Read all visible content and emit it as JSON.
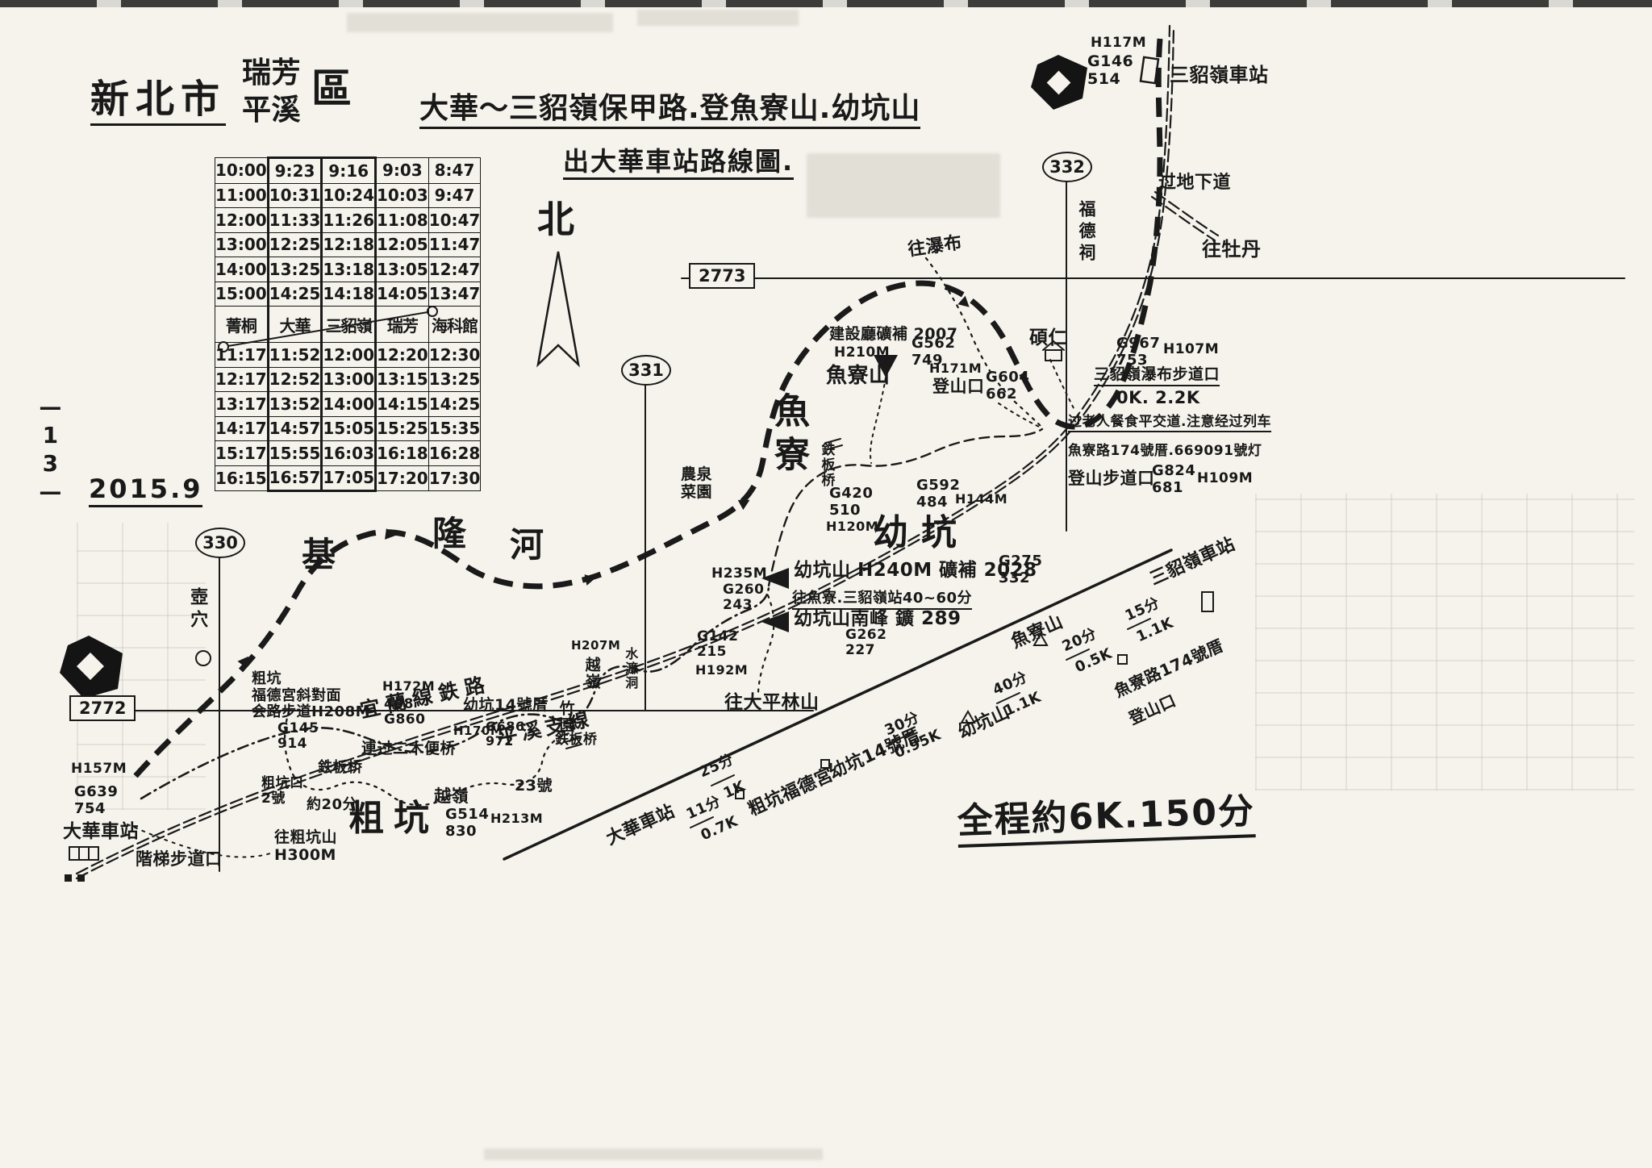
{
  "page": {
    "side_number": "—13—",
    "date": "2015.9",
    "north": "北",
    "total": "全程約6K.150分"
  },
  "header": {
    "city": "新北市",
    "district_top": "瑞芳",
    "district_bottom": "平溪",
    "district_suffix": "區",
    "title": "大華～三貂嶺保甲路.登魚寮山.幼坑山",
    "subtitle": "出大華車站路線圖."
  },
  "timetable": {
    "stations": [
      "菁桐",
      "大華",
      "三貂嶺",
      "瑞芳",
      "海科館"
    ],
    "upper": [
      [
        "10:00",
        "9:23",
        "9:16",
        "9:03",
        "8:47"
      ],
      [
        "11:00",
        "10:31",
        "10:24",
        "10:03",
        "9:47"
      ],
      [
        "12:00",
        "11:33",
        "11:26",
        "11:08",
        "10:47"
      ],
      [
        "13:00",
        "12:25",
        "12:18",
        "12:05",
        "11:47"
      ],
      [
        "14:00",
        "13:25",
        "13:18",
        "13:05",
        "12:47"
      ],
      [
        "15:00",
        "14:25",
        "14:18",
        "14:05",
        "13:47"
      ]
    ],
    "lower": [
      [
        "11:17",
        "11:52",
        "12:00",
        "12:20",
        "12:30"
      ],
      [
        "12:17",
        "12:52",
        "13:00",
        "13:15",
        "13:25"
      ],
      [
        "13:17",
        "13:52",
        "14:00",
        "14:15",
        "14:25"
      ],
      [
        "14:17",
        "14:57",
        "15:05",
        "15:25",
        "15:35"
      ],
      [
        "15:17",
        "15:55",
        "16:03",
        "16:18",
        "16:28"
      ],
      [
        "16:15",
        "16:57",
        "17:05",
        "17:20",
        "17:30"
      ]
    ]
  },
  "grid": {
    "line_2773": "2773",
    "line_2772": "2772",
    "oval_330": "330",
    "oval_331": "331",
    "oval_332": "332"
  },
  "map": {
    "labels": {
      "sanjiaoling_station": "三貂嶺車站",
      "h117": "H117M",
      "g146": "G146\n514",
      "underpass": "过地下道",
      "to_mudan": "往牡丹",
      "fude_shrine": "福德祠",
      "to_waterfall": "往瀑布",
      "shuoren": "碩仁",
      "g967": "G967\n753",
      "h107": "H107M",
      "waterfall_trailhead": "三貂嶺瀑布步道口",
      "k_marks": "0K. 2.2K",
      "level_crossing": "过老人餐食平交道.注意经过列车",
      "yuliao_rd_house": "魚寮路174號厝.669091號灯",
      "trailhead": "登山步道口",
      "g824": "G824\n681",
      "h109": "H109M",
      "mine_marker_2007": "建設廳礦補 2007",
      "h210": "H210M",
      "g562": "G562\n749",
      "yuliao_peak": "魚寮山",
      "h171": "H171M",
      "climb_entrance": "登山口",
      "g604": "G604\n662",
      "yuliao_big": "魚寮",
      "iron_bridge_1": "鉄板桥",
      "farm_garden": "農泉\n菜園",
      "g420": "G420\n510",
      "h120": "H120M",
      "g592": "G592\n484",
      "h144": "H144M",
      "youkeng_big": "幼坑",
      "h235": "H235M",
      "g260": "G260\n243",
      "youkeng_peak": "幼坑山 H240M 礦補 2028",
      "g275": "G275\n332",
      "to_yuliao_note": "往魚寮.三貂嶺站40~60分",
      "youkeng_south": "幼坑山南峰 鑛 289",
      "g262": "G262\n227",
      "g142": "G142\n215",
      "h192": "H192M",
      "to_dapinglin": "往大平林山",
      "river_ji": "基",
      "river_long": "隆",
      "river_he": "河",
      "yilan_line": "宜蘭線鉄路",
      "pingxi_line": "平溪支線",
      "pothole": "壺穴",
      "fudegong_note": "粗坑\n福德宮斜對面\n会路步道H208M",
      "g145": "G145\n914",
      "h172": "H172M",
      "g408": "408\nG860",
      "two_bridges": "連过二木便桥",
      "youkeng_house14": "幼坑14號厝",
      "h170": "H170M",
      "g686": "G686\n972",
      "bamboo": "竹園",
      "iron_bridge_2": "鉄板桥",
      "ridge_pass_1": "越嶺",
      "h207": "H207M",
      "water_curtain": "水濂洞",
      "house23": "23號",
      "ridge_pass_2": "越嶺",
      "g514": "G514\n830",
      "h213": "H213M",
      "cukeng_big": "粗坑",
      "iron_bridge_3": "鉄板桥",
      "cukeng_house": "粗坑口\n2號",
      "about20": "約20分",
      "to_cukeng_peak": "往粗坑山\nH300M",
      "h157": "H157M",
      "g639": "G639\n754",
      "dahua_station": "大華車站",
      "stairs_trailhead": "階梯步道口"
    }
  },
  "profile": {
    "labels": {
      "dahua": "大華車站",
      "t1": "11分",
      "d1": "0.7K",
      "fudegong": "粗坑福德宮",
      "t2": "25分",
      "d2": "1K",
      "house14": "幼坑14號厝",
      "t3": "30分",
      "d3": "0.95K",
      "youkengshan": "幼坑山",
      "t4": "40分",
      "d4": "1.1K",
      "yuliaoshan": "魚寮山",
      "t5": "20分",
      "d5": "0.5K",
      "house174": "魚寮路174號厝",
      "trailhead2": "登山口",
      "t6": "15分",
      "d6": "1.1K",
      "sanjiaoling": "三貂嶺車站"
    }
  }
}
